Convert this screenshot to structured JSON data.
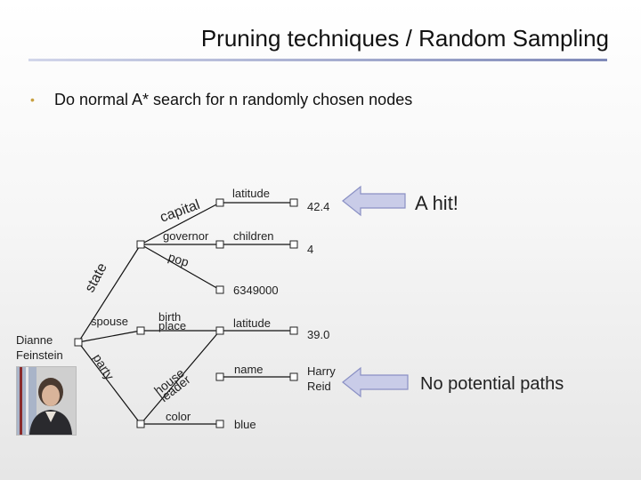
{
  "slide": {
    "title": "Pruning techniques / Random Sampling",
    "bullet": "Do normal A* search for n randomly chosen nodes",
    "hit_label": "A hit!",
    "no_paths_label": "No potential paths"
  },
  "graph": {
    "root_label": "Dianne Feinstein",
    "edges": {
      "state": "state",
      "capital": "capital",
      "latitude1": "latitude",
      "governor": "governor",
      "children": "children",
      "pop": "pop",
      "spouse": "spouse",
      "birth_place": "birth place",
      "latitude2": "latitude",
      "party": "party",
      "house_leader": "house leader",
      "name": "name",
      "color": "color"
    },
    "values": {
      "lat1": "42.4",
      "children": "4",
      "pop": "6349000",
      "lat2": "39.0",
      "name": "Harry Reid",
      "color": "blue"
    }
  },
  "colors": {
    "arrow_fill": "#c9cce8",
    "arrow_stroke": "#8a90c4",
    "edge": "#111111",
    "node": "#ffffff"
  }
}
